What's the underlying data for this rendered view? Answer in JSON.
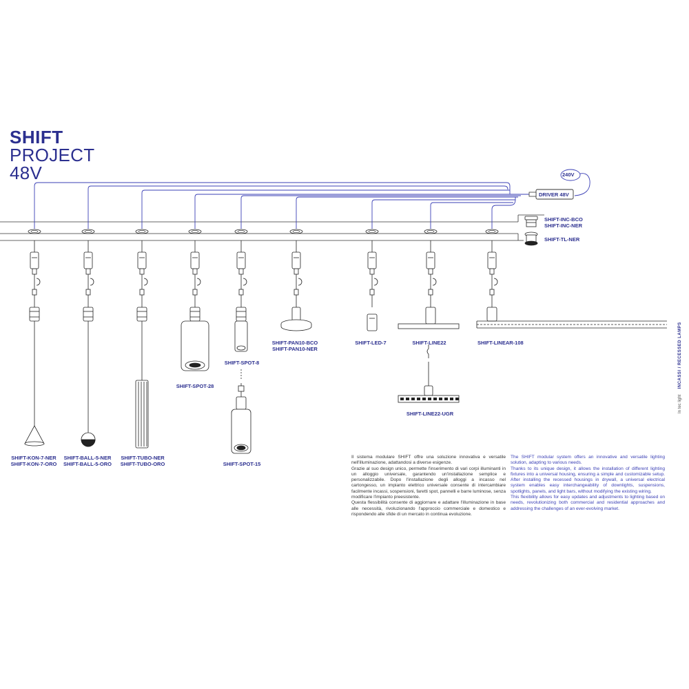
{
  "header": {
    "title_line1": "SHIFT",
    "title_line2": "PROJECT",
    "title_line3": "48V"
  },
  "power": {
    "voltage_label": "240V",
    "driver_label": "DRIVER 48V"
  },
  "housings": {
    "label_1": "SHIFT-INC-BCO",
    "label_2": "SHIFT-INC-NER",
    "label_3": "SHIFT-TL-NER"
  },
  "products": {
    "kon_1": "SHIFT-KON-7-NER",
    "kon_2": "SHIFT-KON-7-ORO",
    "ball_1": "SHIFT-BALL-5-NER",
    "ball_2": "SHIFT-BALL-5-ORO",
    "tubo_1": "SHIFT-TUBO-NER",
    "tubo_2": "SHIFT-TUBO-ORO",
    "spot28": "SHIFT-SPOT-28",
    "spot8": "SHIFT-SPOT-8",
    "spot15": "SHIFT-SPOT-15",
    "pan_1": "SHIFT-PAN10-BCO",
    "pan_2": "SHIFT-PAN10-NER",
    "led7": "SHIFT-LED-7",
    "line22": "SHIFT-LINE22",
    "line22ugr": "SHIFT-LINE22-UGR",
    "linear108": "SHIFT-LINEAR-108"
  },
  "description_it": [
    "Il sistema modulare SHIFT offre una soluzione innovativa e versatile nell'illuminazione, adattandosi a diverse esigenze.",
    "Grazie al suo design unico, permette l'inserimento di vari corpi illuminanti in un alloggio universale, garantendo un'installazione semplice e personalizzabile. Dopo l'installazione degli alloggi a incasso nel cartongesso, un impianto elettrico universale consente di intercambiare facilmente incassi, sospensioni, faretti spot, pannelli e barre luminose, senza modificare l'impianto preesistente.",
    "Questa flessibilità consente di aggiornare e adattare l'illuminazione in base alle necessità, rivoluzionando l'approccio commerciale e domestico e rispondendo alle sfide di un mercato in continua evoluzione."
  ],
  "description_en": [
    "The SHIFT modular system offers an innovative and versatile lighting solution, adapting to various needs.",
    "Thanks to its unique design, it allows the installation of different lighting fixtures into a universal housing, ensuring a simple and customizable setup. After installing the recessed housings in drywall, a universal electrical system enables easy interchangeability of downlights, suspensions, spotlights, panels, and light bars, without modifying the existing wiring.",
    "This flexibility allows for easy updates and adjustments to lighting based on needs, revolutionizing both commercial and residential approaches and addressing the challenges of an ever-evolving market."
  ],
  "side": {
    "brand": "In tec light",
    "section": "INCASSI / RECESSED LAMPS"
  },
  "colors": {
    "accent": "#2b2f8f",
    "line": "#3a3fb5",
    "drawing": "#222222"
  }
}
